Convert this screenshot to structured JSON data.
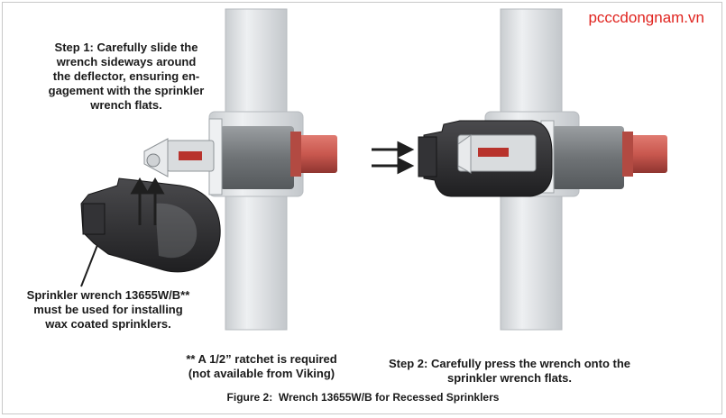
{
  "watermark": "pcccdongnam.vn",
  "step1": {
    "lines": [
      "Step 1: Carefully slide the",
      "wrench sideways around",
      "the deflector, ensuring en-",
      "gagement with the sprinkler",
      "wrench flats."
    ]
  },
  "wrench_note": {
    "lines": [
      "Sprinkler wrench 13655W/B**",
      "must be used for installing",
      "wax coated sprinklers."
    ]
  },
  "ratchet_note": {
    "lines": [
      "** A 1/2” ratchet is required",
      "(not available from Viking)"
    ]
  },
  "step2": {
    "lines": [
      "Step 2: Carefully press the wrench onto the",
      "sprinkler wrench flats."
    ]
  },
  "caption": {
    "prefix": "Figure 2:",
    "title": "Wrench 13655W/B for Recessed Sprinklers"
  },
  "colors": {
    "pipe": "#dfe3e6",
    "pipe_shadow": "#c4c9cd",
    "fitting": "#7f8386",
    "red_pipe": "#c9584f",
    "wrench": "#2d2d2f",
    "arrow": "#1f1f1f"
  }
}
